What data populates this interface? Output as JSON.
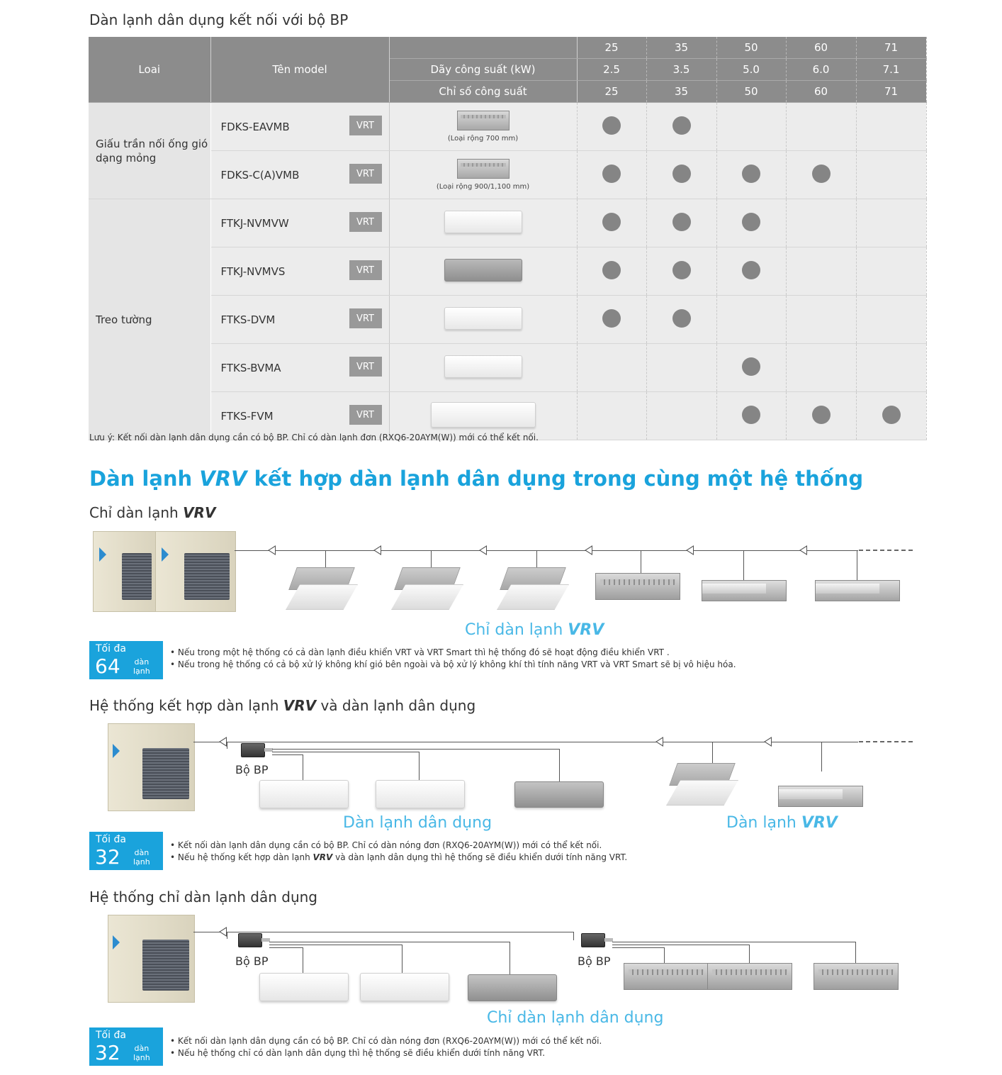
{
  "section1": {
    "title": "Dàn lạnh dân dụng kết nối với bộ BP",
    "header": {
      "type_label": "Loai",
      "model_label": "Tên model",
      "capacity_classes": [
        "25",
        "35",
        "50",
        "60",
        "71"
      ],
      "row_kw_label": "Dãy công suất (kW)",
      "kw_values": [
        "2.5",
        "3.5",
        "5.0",
        "6.0",
        "7.1"
      ],
      "row_index_label": "Chỉ số công suất",
      "index_values": [
        "25",
        "35",
        "50",
        "60",
        "71"
      ]
    },
    "groups": [
      {
        "type": "Giấu trần nối ống gió dạng mỏng",
        "rows": [
          {
            "model": "FDKS-EAVMB",
            "badge": "VRT",
            "image": "slim-duct-unit",
            "image_caption": "(Loại rộng 700 mm)",
            "available": [
              true,
              true,
              false,
              false,
              false
            ]
          },
          {
            "model": "FDKS-C(A)VMB",
            "badge": "VRT",
            "image": "slim-duct-unit",
            "image_caption": "(Loại rộng 900/1,100 mm)",
            "available": [
              true,
              true,
              true,
              true,
              false
            ]
          }
        ]
      },
      {
        "type": "Treo tường",
        "rows": [
          {
            "model": "FTKJ-NVMVW",
            "badge": "VRT",
            "image": "wall-unit-white",
            "image_caption": "",
            "available": [
              true,
              true,
              true,
              false,
              false
            ]
          },
          {
            "model": "FTKJ-NVMVS",
            "badge": "VRT",
            "image": "wall-unit-silver",
            "image_caption": "",
            "available": [
              true,
              true,
              true,
              false,
              false
            ]
          },
          {
            "model": "FTKS-DVM",
            "badge": "VRT",
            "image": "wall-unit-white",
            "image_caption": "",
            "available": [
              true,
              true,
              false,
              false,
              false
            ]
          },
          {
            "model": "FTKS-BVMA",
            "badge": "VRT",
            "image": "wall-unit-white",
            "image_caption": "",
            "available": [
              false,
              false,
              true,
              false,
              false
            ]
          },
          {
            "model": "FTKS-FVM",
            "badge": "VRT",
            "image": "wall-unit-wide",
            "image_caption": "",
            "available": [
              false,
              false,
              true,
              true,
              true
            ]
          }
        ]
      }
    ],
    "note": "Lưu ý: Kết nối dàn lạnh dân dụng cần có bộ BP. Chỉ có dàn lạnh đơn (RXQ6-20AYM(W)) mới có thể kết nối."
  },
  "section2": {
    "title_a": "Dàn lạnh ",
    "title_b": "VRV",
    "title_c": " kết hợp dàn lạnh dân dụng trong cùng một hệ thống"
  },
  "diagram1": {
    "heading_a": "Chỉ dàn lạnh ",
    "heading_b": "VRV",
    "caption_a": "Chỉ dàn lạnh ",
    "caption_b": "VRV",
    "badge": {
      "label": "Tối đa",
      "number": "64",
      "unit_1": "dàn",
      "unit_2": "lạnh"
    },
    "bullets": [
      "Nếu trong một hệ thống có cả dàn lạnh điều khiển VRT và VRT Smart thì hệ thống đó sẽ hoạt động điều khiển VRT .",
      "Nếu trong hệ thống có cả bộ xử lý không khí gió bên ngoài và bộ xử lý không khí thì tính năng VRT và VRT Smart sẽ bị vô hiệu hóa."
    ]
  },
  "diagram2": {
    "heading_a": "Hệ thống kết hợp dàn lạnh ",
    "heading_b": "VRV",
    "heading_c": " và dàn lạnh dân dụng",
    "bp_label": "Bộ BP",
    "caption_left": "Dàn lạnh dân dụng",
    "caption_right_a": "Dàn lạnh ",
    "caption_right_b": "VRV",
    "badge": {
      "label": "Tối đa",
      "number": "32",
      "unit_1": "dàn",
      "unit_2": "lạnh"
    },
    "bullet1": "Kết nối dàn lạnh dân dụng cần có bộ BP. Chỉ có dàn nóng đơn (RXQ6-20AYM(W)) mới có thể kết nối.",
    "bullet2_a": "Nếu hệ thống kết hợp dàn lạnh ",
    "bullet2_b": "VRV",
    "bullet2_c": " và dàn lạnh dân dụng thì hệ thống sẽ điều khiển dưới tính năng VRT."
  },
  "diagram3": {
    "heading": "Hệ thống chỉ dàn lạnh dân dụng",
    "bp_label": "Bộ BP",
    "caption": "Chỉ dàn lạnh dân dụng",
    "badge": {
      "label": "Tối đa",
      "number": "32",
      "unit_1": "dàn",
      "unit_2": "lạnh"
    },
    "bullets": [
      "Kết nối dàn lạnh dân dụng cần có bộ BP. Chỉ có dàn nóng đơn (RXQ6-20AYM(W)) mới có thể kết nối.",
      "Nếu hệ thống chỉ có dàn lạnh dân dụng thì hệ thống sẽ điều khiển dưới tính năng VRT."
    ]
  },
  "colors": {
    "accent": "#1aa3dc",
    "header_gray": "#8c8c8c",
    "dot": "#858585"
  }
}
